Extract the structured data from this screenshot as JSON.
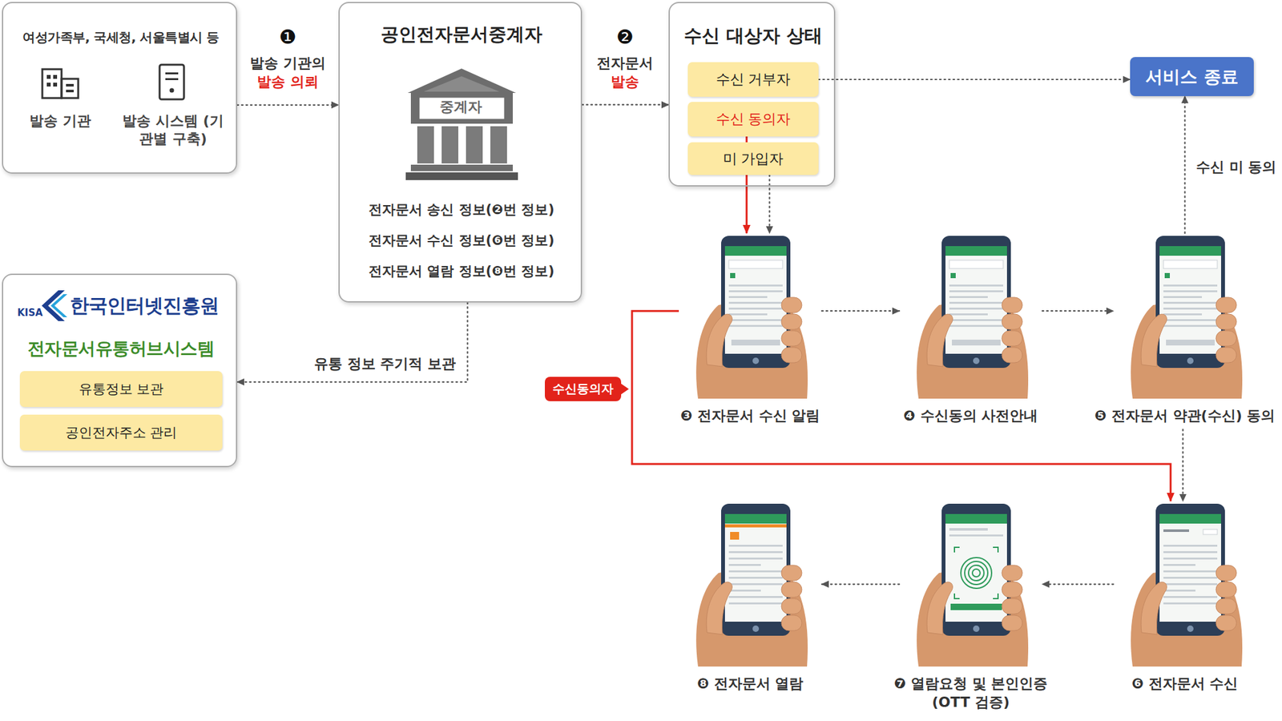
{
  "diagram": {
    "nodes": [
      {
        "text": [
          "여성가족부, 국세청, 서울특별시 등",
          "발송 기관",
          "발송 시스템 (기관별 구축)"
        ]
      },
      {
        "text": [
          "공인전자문서중계자",
          "전자문서 송신 정보(❷번 정보)",
          "전자문서 수신 정보(❻번 정보)",
          "전자문서 열람 정보(❽번 정보)"
        ]
      },
      {
        "text": [
          "수신 대상자 상태"
        ]
      },
      {
        "text": [
          "수신 거부자"
        ],
        "in": 2
      },
      {
        "text": [
          "수신 동의자"
        ],
        "in": 2
      },
      {
        "text": [
          "미 가입자"
        ],
        "in": 2
      },
      {
        "text": [
          "서비스 종료"
        ]
      },
      {
        "text": [
          "KISA",
          "한국인터넷진흥원",
          "전자문서유통허브시스템"
        ]
      },
      {
        "text": [
          "유통정보 보관"
        ],
        "in": 7
      },
      {
        "text": [
          "공인전자주소 관리"
        ],
        "in": 7
      },
      {
        "text": [
          "❸ 전자문서 수신 알림"
        ]
      },
      {
        "text": [
          "❹ 수신동의 사전안내"
        ]
      },
      {
        "text": [
          "❺ 전자문서 약관(수신) 동의"
        ]
      },
      {
        "text": [
          "❻ 전자문서 수신"
        ]
      },
      {
        "text": [
          "❼ 열람요청 및 본인인증 (OTT 검증)"
        ]
      },
      {
        "text": [
          "❽ 전자문서 열람"
        ]
      }
    ],
    "edges": [
      {
        "from": 0,
        "to": 1,
        "arrow": "to",
        "label": "발송 기관의 발송 의뢰"
      },
      {
        "from": 1,
        "to": 2,
        "arrow": "to",
        "label": "전자문서 발송"
      },
      {
        "from": 3,
        "to": 6,
        "arrow": "to"
      },
      {
        "from": 4,
        "to": 10,
        "arrow": "to"
      },
      {
        "from": 5,
        "to": 10,
        "arrow": "to"
      },
      {
        "from": 10,
        "to": 11,
        "arrow": "to"
      },
      {
        "from": 11,
        "to": 12,
        "arrow": "to"
      },
      {
        "from": 12,
        "to": 6,
        "arrow": "to",
        "label": "수신 미 동의"
      },
      {
        "from": 12,
        "to": 13,
        "arrow": "to"
      },
      {
        "from": 10,
        "to": 13,
        "arrow": "to",
        "label": "수신동의자"
      },
      {
        "from": 13,
        "to": 14,
        "arrow": "to"
      },
      {
        "from": 14,
        "to": 15,
        "arrow": "to"
      },
      {
        "from": 1,
        "to": 7,
        "arrow": "to",
        "label": "유통 정보 주기적 보관"
      }
    ],
    "labels": [
      "❶",
      "❷",
      "중계자"
    ]
  }
}
